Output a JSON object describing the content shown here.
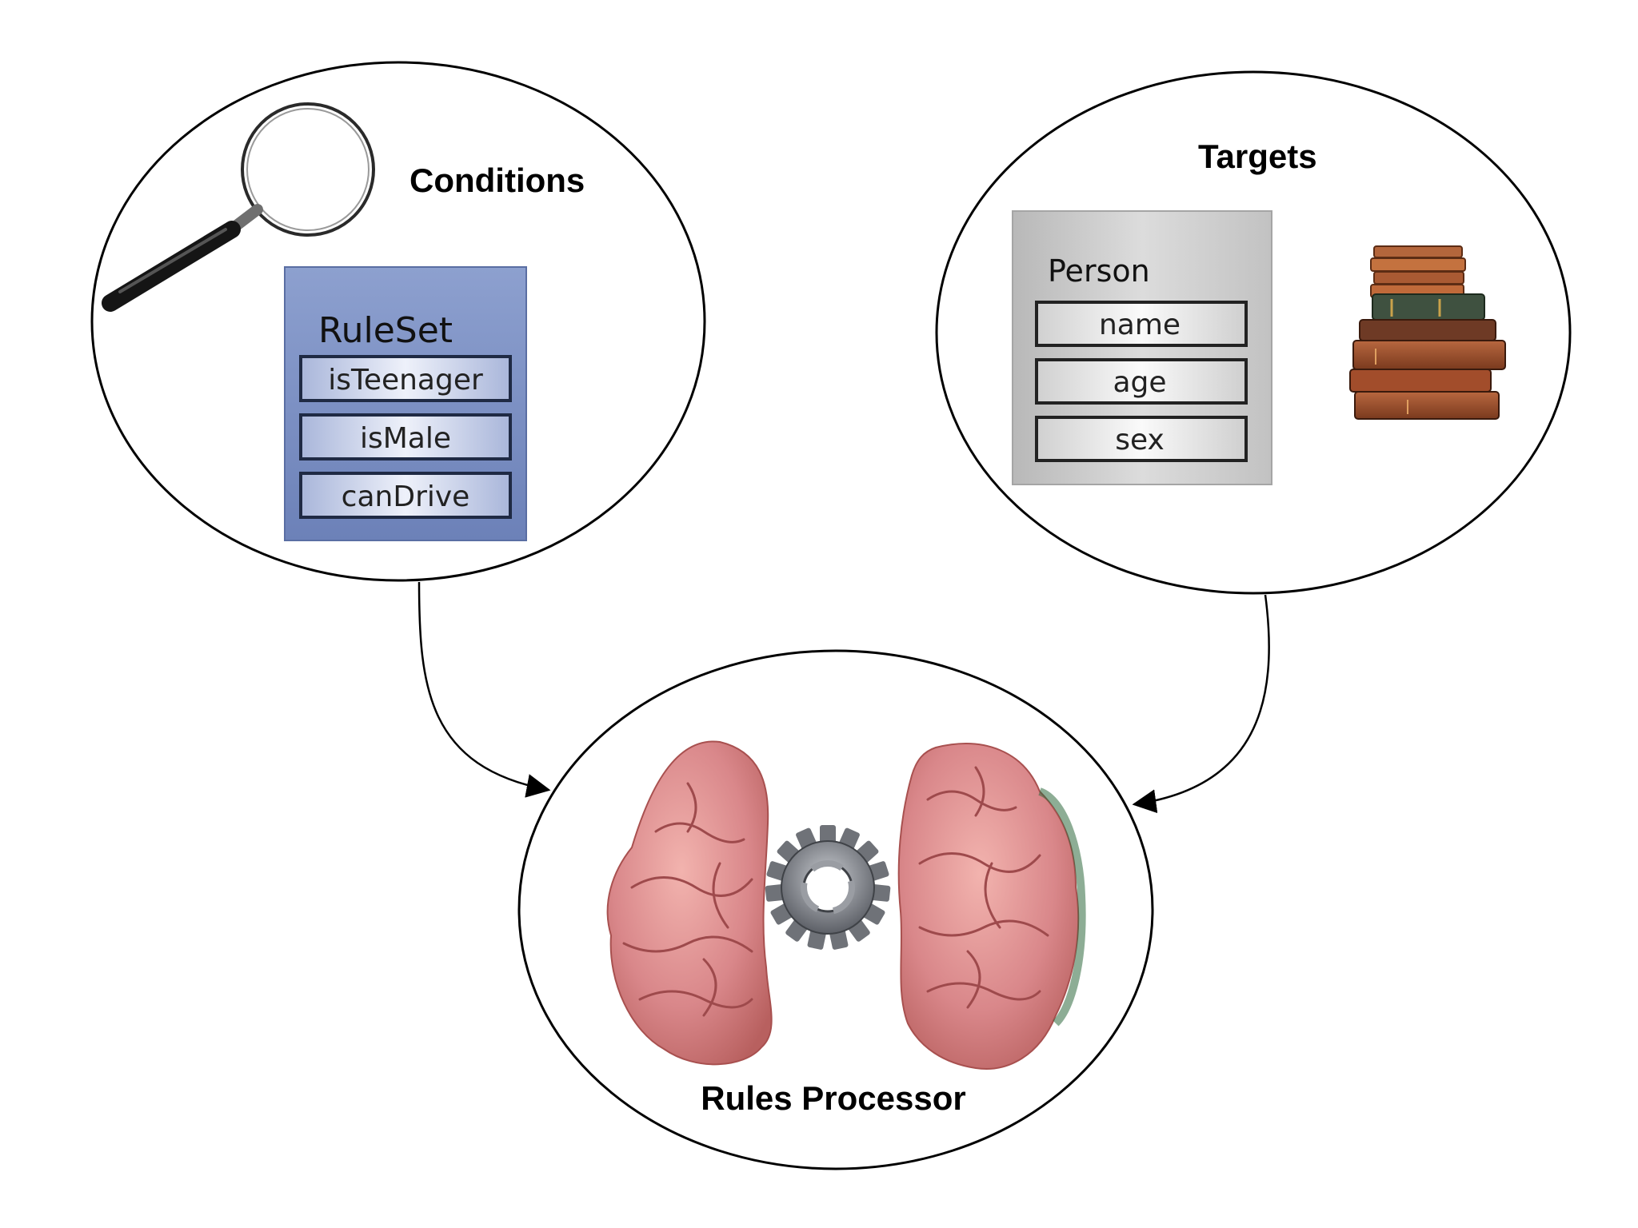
{
  "conditions": {
    "label": "Conditions",
    "ruleset": {
      "title": "RuleSet",
      "rules": [
        "isTeenager",
        "isMale",
        "canDrive"
      ]
    }
  },
  "targets": {
    "label": "Targets",
    "object": {
      "title": "Person",
      "fields": [
        "name",
        "age",
        "sex"
      ]
    }
  },
  "processor": {
    "label": "Rules Processor"
  },
  "icons": {
    "conditions": "magnifying-glass-icon",
    "targets": "book-stack-icon",
    "processor_left": "brain-hemisphere-icon",
    "processor_gear": "gear-icon",
    "processor_right": "brain-hemisphere-icon"
  },
  "colors": {
    "ruleset_bg": "#7b8fc1",
    "object_bg": "#c4c4c4",
    "brain": "#d9878a",
    "gear": "#7f8289"
  }
}
